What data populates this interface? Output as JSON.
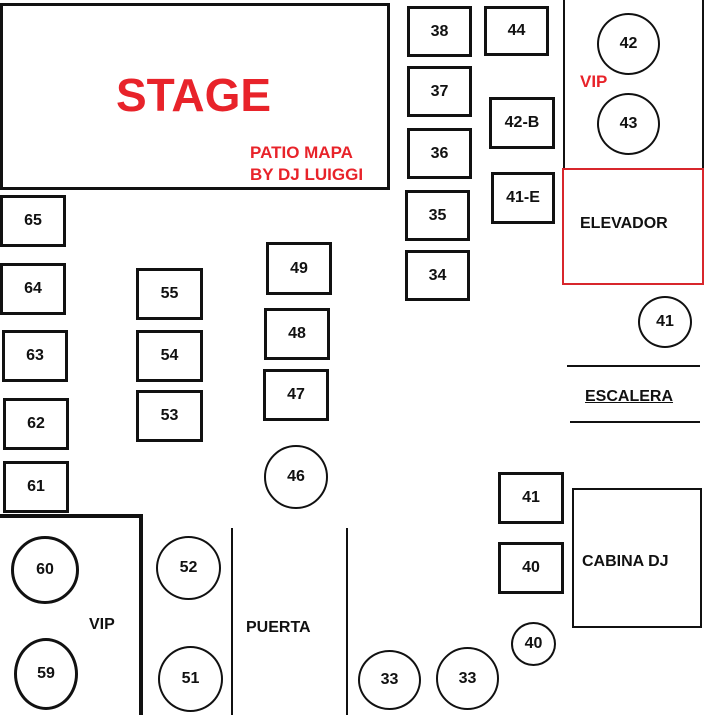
{
  "stage": {
    "label": "STAGE",
    "credit_line1": "PATIO MAPA",
    "credit_line2": "BY DJ LUIGGI"
  },
  "vip_top": {
    "label": "VIP",
    "tables": [
      "42",
      "43"
    ]
  },
  "elevador": "ELEVADOR",
  "escalera": "ESCALERA",
  "cabina": "CABINA DJ",
  "puerta": "PUERTA",
  "vip_bottom": {
    "label": "VIP",
    "tables": [
      "60",
      "59"
    ]
  },
  "square_tables": {
    "t38": "38",
    "t37": "37",
    "t36": "36",
    "t35": "35",
    "t34": "34",
    "t44": "44",
    "t42b": "42-B",
    "t41e": "41-E",
    "t65": "65",
    "t64": "64",
    "t63": "63",
    "t62": "62",
    "t61": "61",
    "t55": "55",
    "t54": "54",
    "t53": "53",
    "t49": "49",
    "t48": "48",
    "t47": "47",
    "t41": "41",
    "t40": "40"
  },
  "round_tables": {
    "r41": "41",
    "r46": "46",
    "r52": "52",
    "r51": "51",
    "r33a": "33",
    "r33b": "33",
    "r40": "40"
  },
  "colors": {
    "accent_red": "#e8232a",
    "line": "#111111"
  }
}
